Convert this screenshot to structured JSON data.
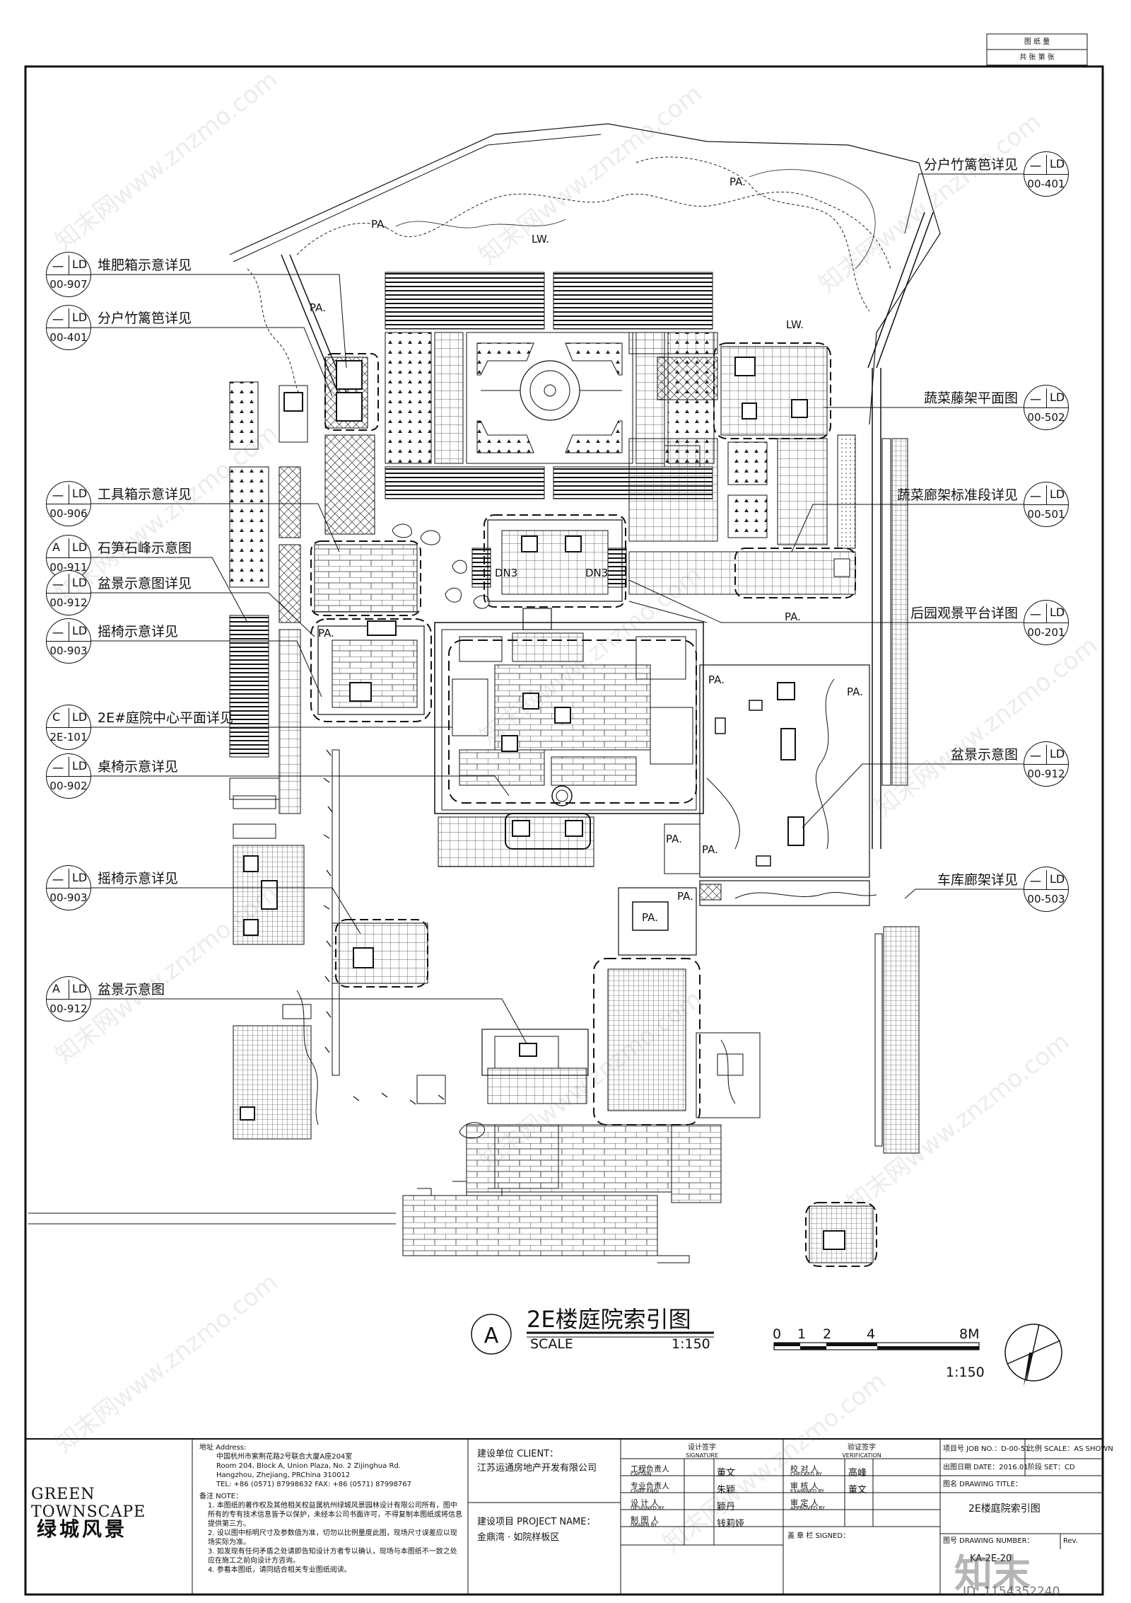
{
  "sheet_count": {
    "title": "图 纸 量",
    "row": "共 张 第 张"
  },
  "callouts_left": [
    {
      "top": "一",
      "bottom": "00-907",
      "label": "堆肥箱示意详见"
    },
    {
      "top": "一",
      "bottom": "00-401",
      "label": "分户竹篱笆详见"
    },
    {
      "top": "一",
      "bottom": "00-906",
      "label": "工具箱示意详见"
    },
    {
      "top": "A",
      "bottom": "00-911",
      "label": "石笋石峰示意图"
    },
    {
      "top": "一",
      "bottom": "00-912",
      "label": "盆景示意图详见"
    },
    {
      "top": "一",
      "bottom": "00-903",
      "label": "摇椅示意详见"
    },
    {
      "top": "C",
      "bottom": "2E-101",
      "label": "2E#庭院中心平面详见"
    },
    {
      "top": "一",
      "bottom": "00-902",
      "label": "桌椅示意详见"
    },
    {
      "top": "一",
      "bottom": "00-903",
      "label": "摇椅示意详见"
    },
    {
      "top": "A",
      "bottom": "00-912",
      "label": "盆景示意图"
    }
  ],
  "callouts_right": [
    {
      "top": "一",
      "bottom": "00-401",
      "label": "分户竹篱笆详见"
    },
    {
      "top": "一",
      "bottom": "00-502",
      "label": "蔬菜藤架平面图"
    },
    {
      "top": "一",
      "bottom": "00-501",
      "label": "蔬菜廊架标准段详见"
    },
    {
      "top": "一",
      "bottom": "00-201",
      "label": "后园观景平台详图"
    },
    {
      "top": "一",
      "bottom": "00-912",
      "label": "盆景示意图"
    },
    {
      "top": "一",
      "bottom": "00-503",
      "label": "车库廊架详见"
    }
  ],
  "ld": "LD",
  "plan_labels": {
    "pa": "PA.",
    "lw": "LW.",
    "dn3": "DN3"
  },
  "plan_title": {
    "mark": "A",
    "title": "2E楼庭院索引图",
    "scale_label": "SCALE",
    "scale": "1:150"
  },
  "scale_bar": {
    "ticks": [
      "0",
      "1",
      "2",
      "4",
      "8M"
    ],
    "ratio": "1:150"
  },
  "title_block": {
    "address_label": "地址 Address:",
    "address_lines": [
      "中国杭州市紫荆花路2号联合大厦A座204室",
      "Room 204, Block A, Union Plaza, No. 2 Zijinghua Rd.",
      "Hangzhou, Zhejiang, PRChina 310012",
      "TEL: +86 (0571) 87998632   FAX: +86 (0571) 87998767"
    ],
    "notes_label": "备注 NOTE：",
    "notes": [
      "1. 本图纸的著作权及其他相关权益属杭州绿城风景园林设计有限公司所有，图中所有的专有技术信息皆予以保护，未经本公司书面许可，不得复制本图纸或将信息提供第三方。",
      "2. 设以图中标明尺寸及参数值为准，切勿以比例量度此图，现场尺寸误差应以现场实际为准。",
      "3. 如发现有任何矛盾之处请即告知设计方者专以确认，现场与本图纸不一致之处应在施工之前向设计方咨询。",
      "4. 参看本图纸，请同结合相关专业图纸阅读。"
    ],
    "logo_en": "GREEN TOWNSCAPE",
    "logo_cn": "绿城风景",
    "client_label": "建设单位 CLIENT：",
    "client": "江苏运通房地产开发有限公司",
    "project_label": "建设项目 PROJECT NAME：",
    "project": "金鼎湾 · 如院样板区",
    "signature_title": "设计签字",
    "signature_sub": "SIGNATURE",
    "roles": [
      {
        "cn": "工程负责人",
        "en": "CAPTAIN",
        "name": "董文"
      },
      {
        "cn": "专业负责人",
        "en": "CHIEF ENGI",
        "name": "朱颖"
      },
      {
        "cn": "设 计 人",
        "en": "DESIGNED BY",
        "name": "颖丹"
      },
      {
        "cn": "制 图 人",
        "en": "DRAWN BY",
        "name": "钱莉娅"
      }
    ],
    "verification_title": "验证签字",
    "verification_sub": "VERIFICATION",
    "checks": [
      {
        "cn": "校 对 人",
        "en": "CHECKED BY",
        "name": "高峰"
      },
      {
        "cn": "审 核 人",
        "en": "EXAMINED BY",
        "name": "董文"
      },
      {
        "cn": "审 定 人",
        "en": "APPROVED BY",
        "name": ""
      }
    ],
    "seal_label": "盖 章 栏 SIGNED：",
    "job_no_label": "项目号 JOB NO.：",
    "job_no": "D-00-51",
    "scale_label": "比例 SCALE：",
    "scale": "AS SHOWN",
    "date_label": "出图日期 DATE：",
    "date": "2016.01",
    "set_label": "阶段 SET：",
    "set": "CD",
    "drawing_title_label": "图名 DRAWING TITLE：",
    "drawing_title": "2E楼庭院索引图",
    "drawing_number_label": "图号 DRAWING NUMBER：",
    "drawing_number": "KA-2E-20",
    "rev_label": "Rev."
  },
  "watermark": {
    "site": "知末网www.znzmo.com",
    "brand": "知末",
    "id": "ID: 1154352240"
  }
}
